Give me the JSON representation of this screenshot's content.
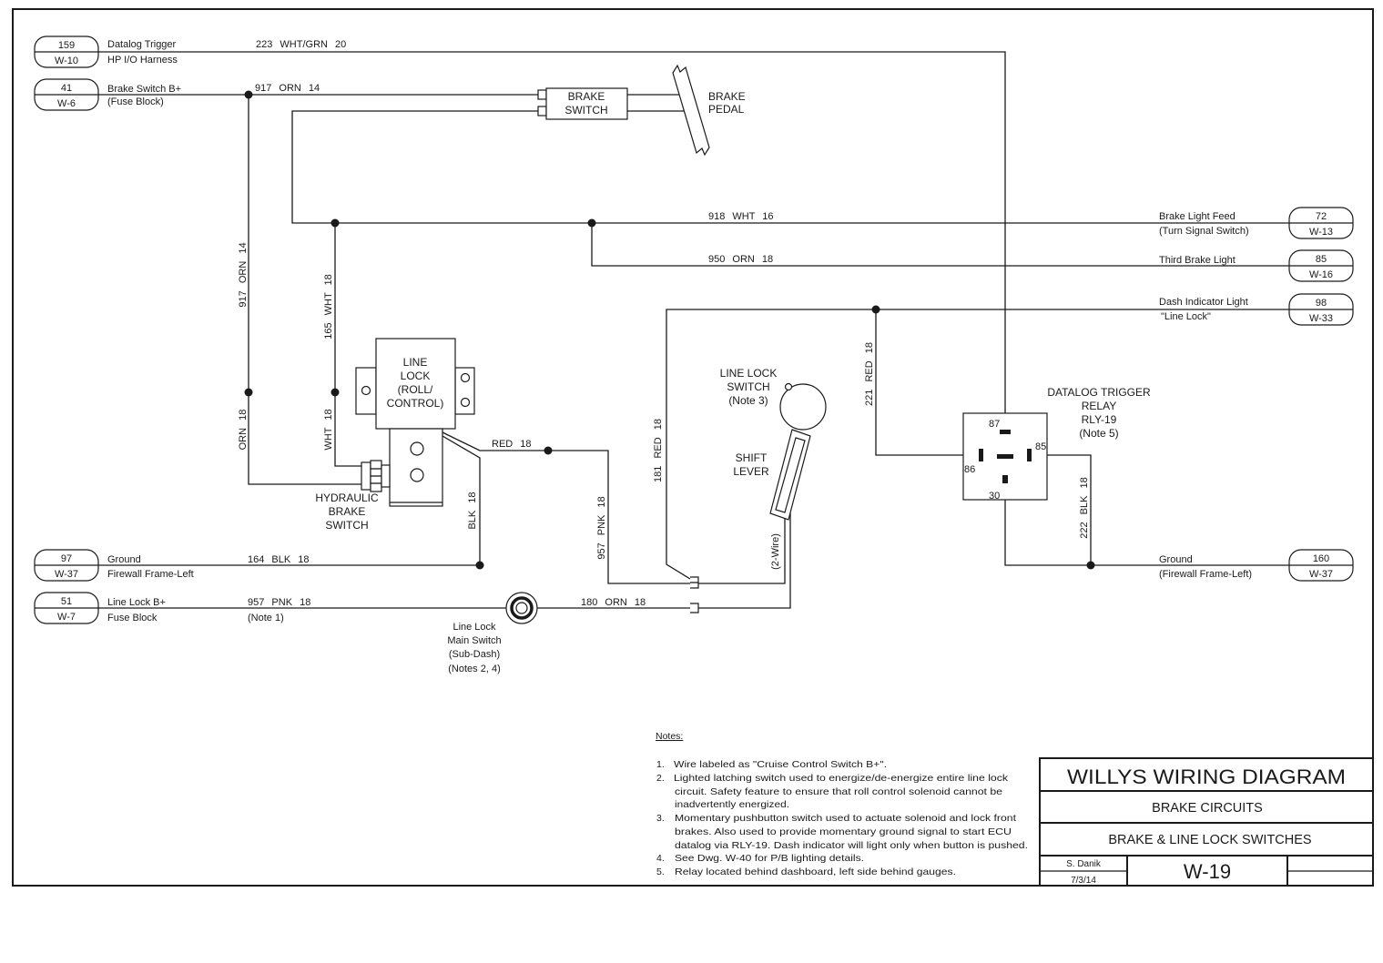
{
  "title_block": {
    "title": "WILLYS WIRING DIAGRAM",
    "subtitle": "BRAKE CIRCUITS",
    "sheet": "BRAKE & LINE LOCK SWITCHES",
    "drawn_by": "S. Danik",
    "date": "7/3/14",
    "drawing_number": "W-19"
  },
  "connectors_left": [
    {
      "pin": "159",
      "ref": "W-10",
      "label": "Datalog Trigger",
      "sublabel": "HP I/O Harness"
    },
    {
      "pin": "41",
      "ref": "W-6",
      "label": "Brake Switch B+",
      "sublabel": "(Fuse Block)"
    },
    {
      "pin": "97",
      "ref": "W-37",
      "label": "Ground",
      "sublabel": "Firewall Frame-Left"
    },
    {
      "pin": "51",
      "ref": "W-7",
      "label": "Line Lock B+",
      "sublabel": "Fuse Block"
    }
  ],
  "connectors_right": [
    {
      "pin": "72",
      "ref": "W-13",
      "label": "Brake Light Feed",
      "sublabel": "(Turn Signal Switch)"
    },
    {
      "pin": "85",
      "ref": "W-16",
      "label": "Third Brake Light"
    },
    {
      "pin": "98",
      "ref": "W-33",
      "label": "Dash Indicator Light",
      "sublabel": "\"Line Lock\""
    },
    {
      "pin": "160",
      "ref": "W-37",
      "label": "Ground",
      "sublabel": "(Firewall Frame-Left)"
    }
  ],
  "wires": {
    "w223": "223 WHT/GRN 20",
    "w917_h": "917 ORN 14",
    "w917_v": "917 ORN 14",
    "w917_orn18": "ORN 18",
    "w165": "165 WHT 18",
    "w165_wht18": "WHT 18",
    "w918": "918 WHT 16",
    "w950": "950 ORN 18",
    "w164": "164 BLK 18",
    "w957_h": "957 PNK 18",
    "w957_note": "(Note 1)",
    "w180": "180 ORN 18",
    "w_red18": "RED 18",
    "w_blk18": "BLK 18",
    "w957_v": "957 PNK 18",
    "w181": "181 RED 18",
    "w2wire": "(2-Wire)",
    "w221": "221 RED 18",
    "w222": "222 BLK 18"
  },
  "components": {
    "brake_switch": [
      "BRAKE",
      "SWITCH"
    ],
    "brake_pedal": [
      "BRAKE",
      "PEDAL"
    ],
    "line_lock_solenoid": [
      "LINE",
      "LOCK",
      "(ROLL/",
      "CONTROL)"
    ],
    "hydraulic_switch": [
      "HYDRAULIC",
      "BRAKE",
      "SWITCH"
    ],
    "main_switch": [
      "Line Lock",
      "Main Switch",
      "(Sub-Dash)",
      "(Notes 2, 4)"
    ],
    "shift_lever_switch": [
      "LINE LOCK",
      "SWITCH",
      "(Note 3)"
    ],
    "shift_lever": [
      "SHIFT",
      "LEVER"
    ],
    "relay": {
      "lines": [
        "DATALOG TRIGGER",
        "RELAY",
        "RLY-19",
        "(Note 5)"
      ],
      "pins": {
        "p87": "87",
        "p86": "86",
        "p85": "85",
        "p30": "30"
      }
    }
  },
  "notes": {
    "heading": "Notes:",
    "items": [
      {
        "num": "1.",
        "lines": [
          "Wire labeled as \"Cruise Control Switch B+\"."
        ]
      },
      {
        "num": "2.",
        "lines": [
          "Lighted latching switch used to energize/de-energize entire line lock",
          "circuit. Safety feature to ensure that roll control solenoid cannot be",
          "inadvertently energized."
        ]
      },
      {
        "num": "3.",
        "lines": [
          "Momentary pushbutton switch used to actuate solenoid and lock front",
          "brakes. Also used to provide momentary ground signal to start ECU",
          "datalog via RLY-19. Dash indicator will light only when button is pushed."
        ]
      },
      {
        "num": "4.",
        "lines": [
          "See Dwg. W-40 for P/B lighting details."
        ]
      },
      {
        "num": "5.",
        "lines": [
          "Relay located behind dashboard, left side behind gauges."
        ]
      }
    ]
  }
}
